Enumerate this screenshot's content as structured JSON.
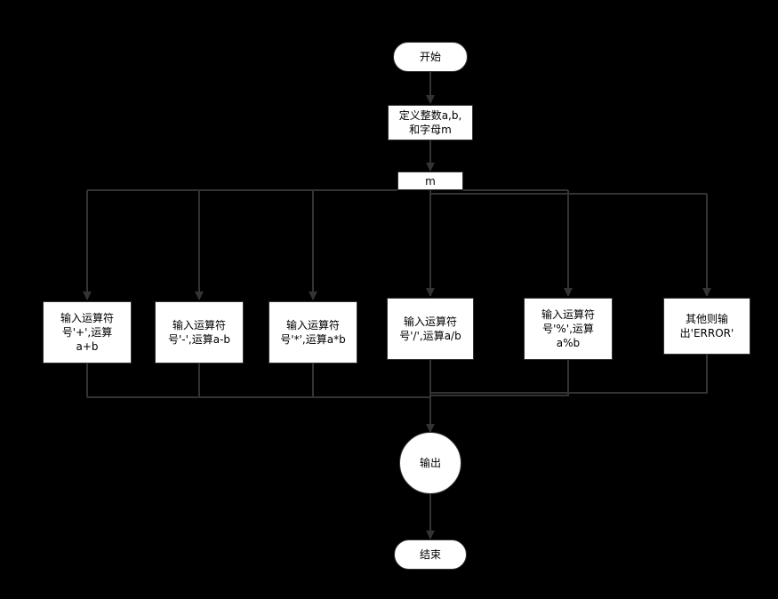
{
  "nodes": {
    "start": "开始",
    "define": "定义整数a,b,\n和字母m",
    "switch": "m",
    "add": "输入运算符\n号'+',运算\na+b",
    "sub": "输入运算符\n号'-',运算a-b",
    "mul": "输入运算符\n号'*',运算a*b",
    "div": "输入运算符\n号'/',运算a/b",
    "mod": "输入运算符\n号'%',运算\na%b",
    "other": "其他则输\n出'ERROR'",
    "output": "输出",
    "end": "结束"
  },
  "colors": {
    "background": "#000000",
    "node_fill": "#ffffff",
    "line": "#333333"
  }
}
